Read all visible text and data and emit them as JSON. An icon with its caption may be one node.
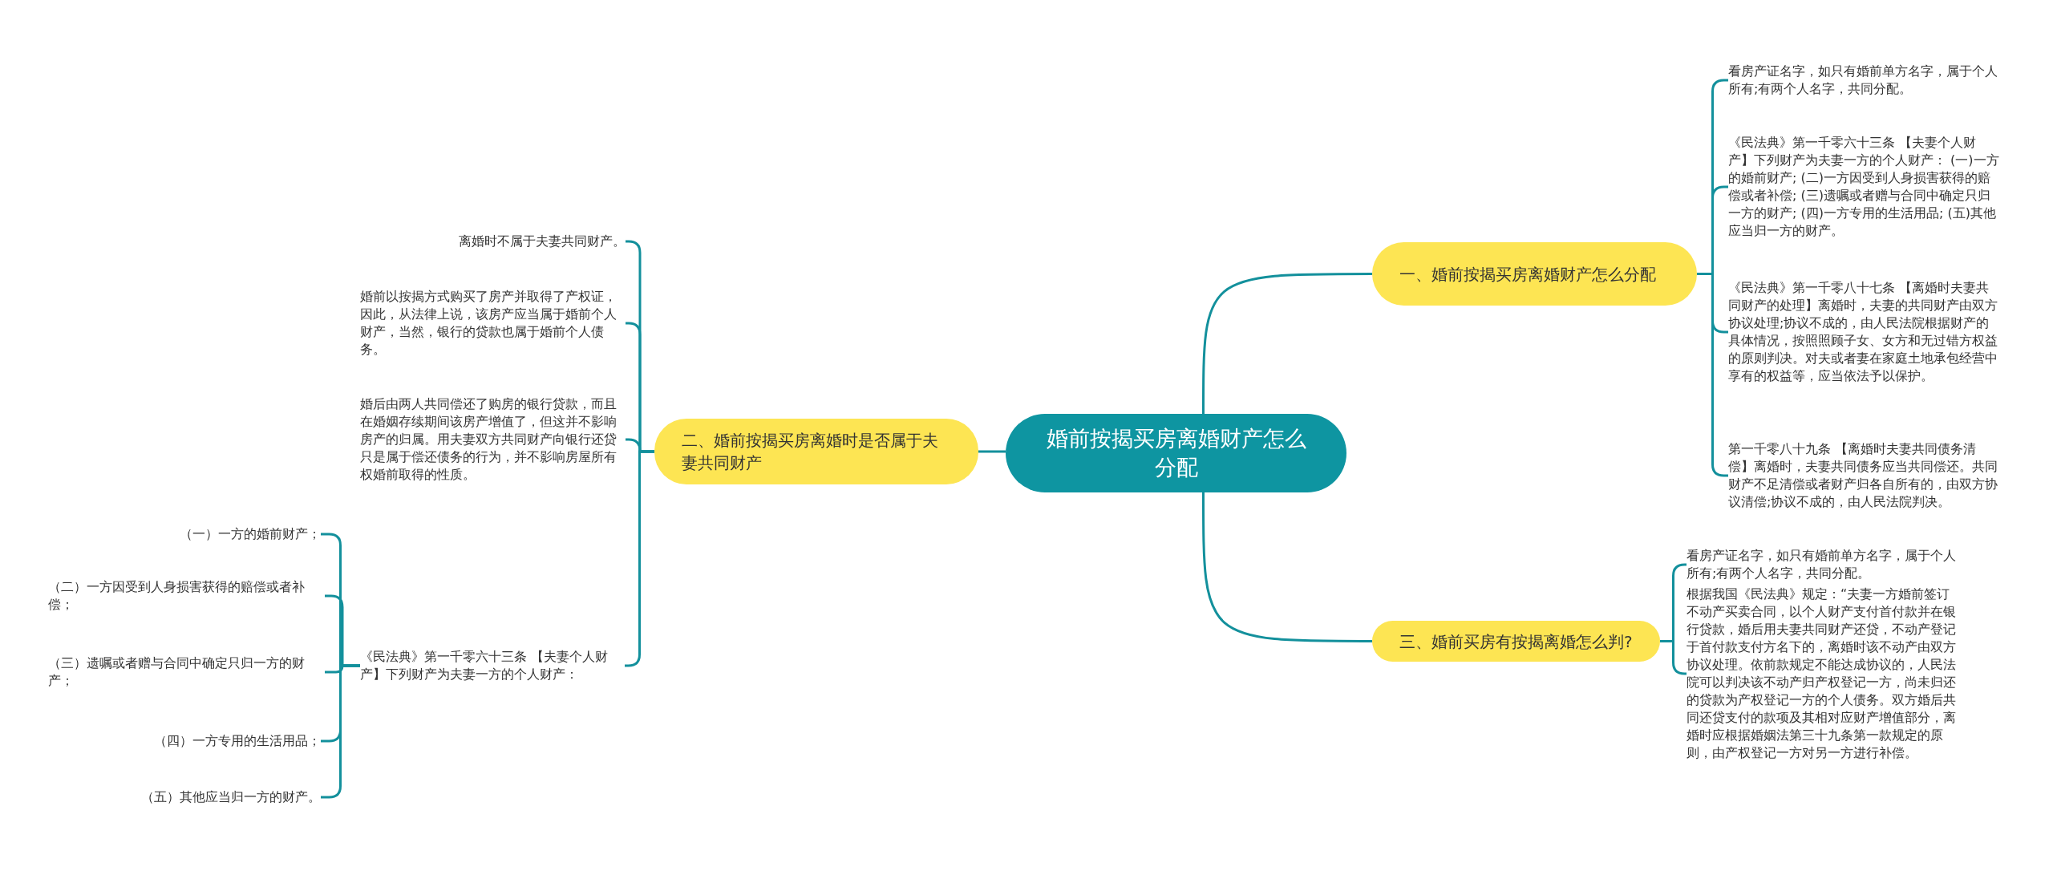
{
  "diagram": {
    "nodes": [
      {
        "text": [
          "婚前按揭买房离婚财产怎么分配"
        ]
      },
      {
        "text": [
          "一、婚前按揭买房离婚财产怎么分配"
        ]
      },
      {
        "text": [
          "二、婚前按揭买房离婚时是否属于夫妻共同财产"
        ]
      },
      {
        "text": [
          "三、婚前买房有按揭离婚怎么判?"
        ]
      },
      {
        "text": [
          "看房产证名字，如只有婚前单方名字，属于个人所有;有两个人名字，共同分配。"
        ]
      },
      {
        "text": [
          "《民法典》第一千零六十三条 【夫妻个人财产】下列财产为夫妻一方的个人财产： (一)一方的婚前财产; (二)一方因受到人身损害获得的赔偿或者补偿; (三)遗嘱或者赠与合同中确定只归一方的财产; (四)一方专用的生活用品; (五)其他应当归一方的财产。"
        ]
      },
      {
        "text": [
          "《民法典》第一千零八十七条 【离婚时夫妻共同财产的处理】离婚时，夫妻的共同财产由双方协议处理;协议不成的，由人民法院根据财产的具体情况，按照照顾子女、女方和无过错方权益的原则判决。对夫或者妻在家庭土地承包经营中享有的权益等，应当依法予以保护。"
        ]
      },
      {
        "text": [
          "第一千零八十九条 【离婚时夫妻共同债务清偿】离婚时，夫妻共同债务应当共同偿还。共同财产不足清偿或者财产归各自所有的，由双方协议清偿;协议不成的，由人民法院判决。"
        ]
      },
      {
        "text": [
          "看房产证名字，如只有婚前单方名字，属于个人所有;有两个人名字，共同分配。"
        ]
      },
      {
        "text": [
          "根据我国《民法典》规定：“夫妻一方婚前签订不动产买卖合同，以个人财产支付首付款并在银行贷款，婚后用夫妻共同财产还贷，不动产登记于首付款支付方名下的，离婚时该不动产由双方协议处理。依前款规定不能达成协议的，人民法院可以判决该不动产归产权登记一方，尚未归还的贷款为产权登记一方的个人债务。双方婚后共同还贷支付的款项及其相对应财产增值部分，离婚时应根据婚姻法第三十九条第一款规定的原则，由产权登记一方对另一方进行补偿。"
        ]
      },
      {
        "text": [
          "离婚时不属于夫妻共同财产。"
        ]
      },
      {
        "text": [
          "婚前以按揭方式购买了房产并取得了产权证，因此，从法律上说，该房产应当属于婚前个人财产，当然，银行的贷款也属于婚前个人债务。"
        ]
      },
      {
        "text": [
          "婚后由两人共同偿还了购房的银行贷款，而且在婚姻存续期间该房产增值了，但这并不影响房产的归属。用夫妻双方共同财产向银行还贷只是属于偿还债务的行为，并不影响房屋所有权婚前取得的性质。"
        ]
      },
      {
        "text": [
          "《民法典》第一千零六十三条 【夫妻个人财产】下列财产为夫妻一方的个人财产："
        ]
      },
      {
        "text": [
          "（一）一方的婚前财产；"
        ]
      },
      {
        "text": [
          "（二）一方因受到人身损害获得的赔偿或者补偿；"
        ]
      },
      {
        "text": [
          "（三）遗嘱或者赠与合同中确定只归一方的财产；"
        ]
      },
      {
        "text": [
          "（四）一方专用的生活用品；"
        ]
      },
      {
        "text": [
          "（五）其他应当归一方的财产。"
        ]
      }
    ],
    "edges": [
      {
        "from": 0,
        "to": 1,
        "arrow": "none"
      },
      {
        "from": 0,
        "to": 2,
        "arrow": "none"
      },
      {
        "from": 0,
        "to": 3,
        "arrow": "none"
      },
      {
        "from": 1,
        "to": 4,
        "arrow": "none"
      },
      {
        "from": 1,
        "to": 5,
        "arrow": "none"
      },
      {
        "from": 1,
        "to": 6,
        "arrow": "none"
      },
      {
        "from": 1,
        "to": 7,
        "arrow": "none"
      },
      {
        "from": 3,
        "to": 8,
        "arrow": "none"
      },
      {
        "from": 3,
        "to": 9,
        "arrow": "none"
      },
      {
        "from": 2,
        "to": 10,
        "arrow": "none"
      },
      {
        "from": 2,
        "to": 11,
        "arrow": "none"
      },
      {
        "from": 2,
        "to": 12,
        "arrow": "none"
      },
      {
        "from": 2,
        "to": 13,
        "arrow": "none"
      },
      {
        "from": 13,
        "to": 14,
        "arrow": "none"
      },
      {
        "from": 13,
        "to": 15,
        "arrow": "none"
      },
      {
        "from": 13,
        "to": 16,
        "arrow": "none"
      },
      {
        "from": 13,
        "to": 17,
        "arrow": "none"
      },
      {
        "from": 13,
        "to": 18,
        "arrow": "none"
      }
    ]
  }
}
